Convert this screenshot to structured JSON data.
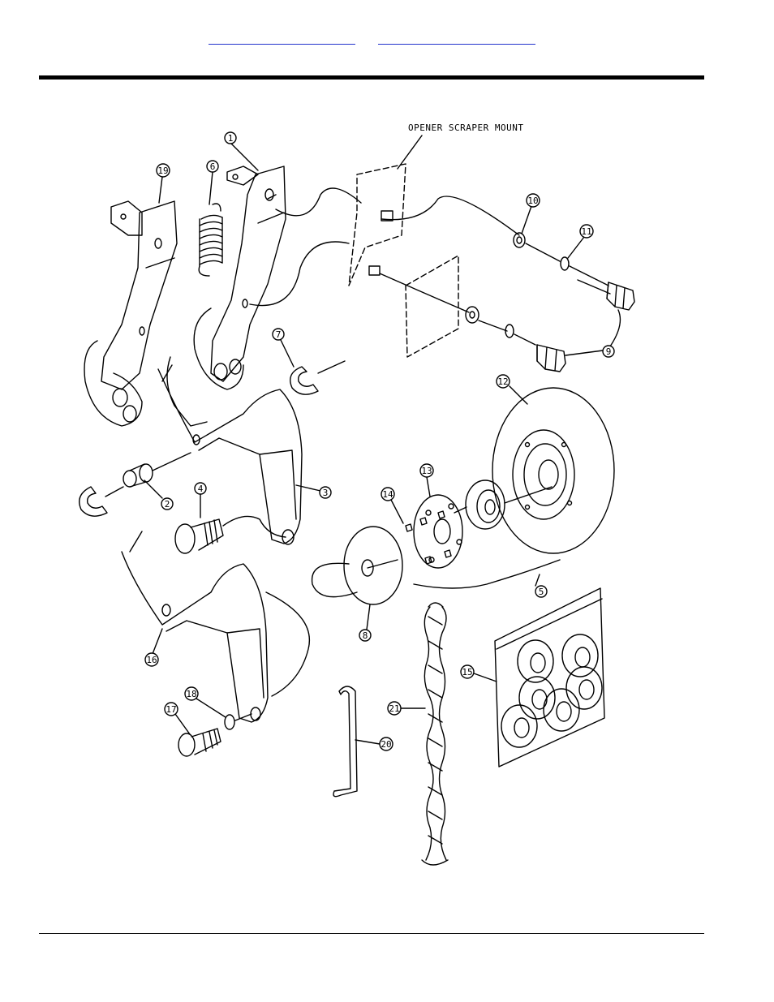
{
  "header": {
    "link_a": "",
    "link_b": ""
  },
  "diagram": {
    "mount_label": "OPENER SCRAPER MOUNT",
    "callouts": [
      {
        "id": "c1",
        "text": "1"
      },
      {
        "id": "c2",
        "text": "2"
      },
      {
        "id": "c3",
        "text": "3"
      },
      {
        "id": "c4",
        "text": "4"
      },
      {
        "id": "c5",
        "text": "5"
      },
      {
        "id": "c6",
        "text": "6"
      },
      {
        "id": "c7",
        "text": "7"
      },
      {
        "id": "c8",
        "text": "8"
      },
      {
        "id": "c9",
        "text": "9"
      },
      {
        "id": "c10",
        "text": "10"
      },
      {
        "id": "c11",
        "text": "11"
      },
      {
        "id": "c12",
        "text": "12"
      },
      {
        "id": "c13",
        "text": "13"
      },
      {
        "id": "c14",
        "text": "14"
      },
      {
        "id": "c15",
        "text": "15"
      },
      {
        "id": "c16",
        "text": "16"
      },
      {
        "id": "c17",
        "text": "17"
      },
      {
        "id": "c18",
        "text": "18"
      },
      {
        "id": "c19",
        "text": "19"
      },
      {
        "id": "c20",
        "text": "20"
      },
      {
        "id": "c21",
        "text": "21"
      }
    ]
  },
  "colors": {
    "link": "#2233cc",
    "ink": "#000000"
  }
}
